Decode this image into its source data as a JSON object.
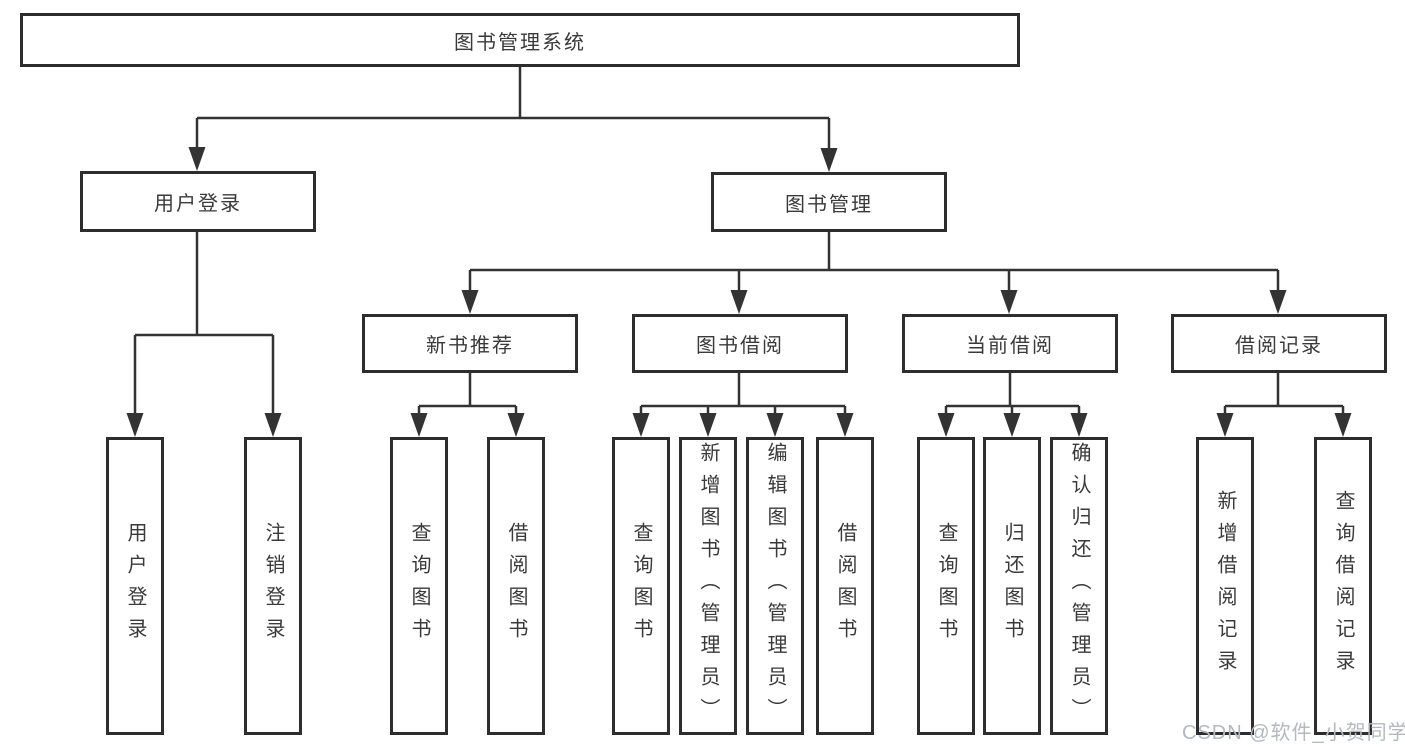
{
  "tree": {
    "label": "图书管理系统",
    "children": [
      {
        "label": "用户登录",
        "children": [
          {
            "label": "用户登录"
          },
          {
            "label": "注销登录"
          }
        ]
      },
      {
        "label": "图书管理",
        "children": [
          {
            "label": "新书推荐",
            "children": [
              {
                "label": "查询图书"
              },
              {
                "label": "借阅图书"
              }
            ]
          },
          {
            "label": "图书借阅",
            "children": [
              {
                "label": "查询图书"
              },
              {
                "label": "新增图书（管理员）"
              },
              {
                "label": "编辑图书（管理员）"
              },
              {
                "label": "借阅图书"
              }
            ]
          },
          {
            "label": "当前借阅",
            "children": [
              {
                "label": "查询图书"
              },
              {
                "label": "归还图书"
              },
              {
                "label": "确认归还（管理员）"
              }
            ]
          },
          {
            "label": "借阅记录",
            "children": [
              {
                "label": "新增借阅记录"
              },
              {
                "label": "查询借阅记录"
              }
            ]
          }
        ]
      }
    ]
  },
  "colors": {
    "line": "#333333",
    "box_border": "#2d2d2d",
    "text": "#3a3a3a",
    "watermark": "#b4b9bf"
  },
  "watermark": "CSDN @软件_小贺同学"
}
